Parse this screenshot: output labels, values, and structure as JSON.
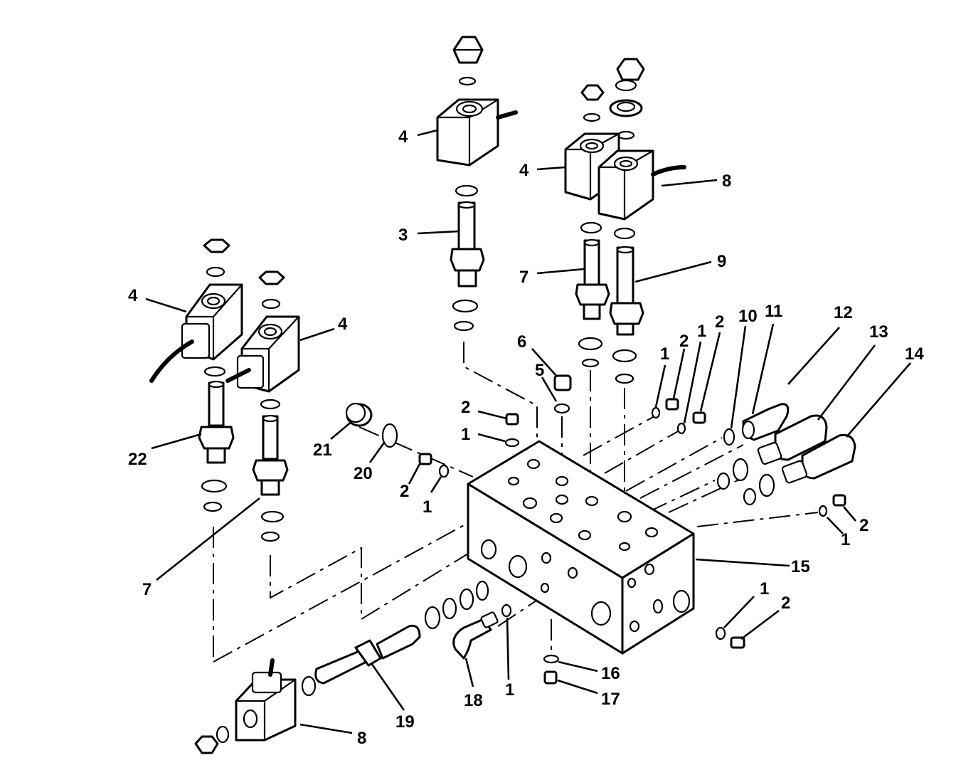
{
  "callouts": {
    "c1a": "1",
    "c1b": "1",
    "c1c": "1",
    "c1d": "1",
    "c1e": "1",
    "c1f": "1",
    "c1g": "1",
    "c2a": "2",
    "c2b": "2",
    "c2c": "2",
    "c2d": "2",
    "c2e": "2",
    "c2f": "2",
    "c3": "3",
    "c4a": "4",
    "c4b": "4",
    "c4c": "4",
    "c4d": "4",
    "c5": "5",
    "c6": "6",
    "c7a": "7",
    "c7b": "7",
    "c8a": "8",
    "c8b": "8",
    "c9": "9",
    "c10": "10",
    "c11": "11",
    "c12": "12",
    "c13": "13",
    "c14": "14",
    "c15": "15",
    "c16": "16",
    "c17": "17",
    "c18": "18",
    "c19": "19",
    "c20": "20",
    "c21": "21",
    "c22": "22"
  }
}
